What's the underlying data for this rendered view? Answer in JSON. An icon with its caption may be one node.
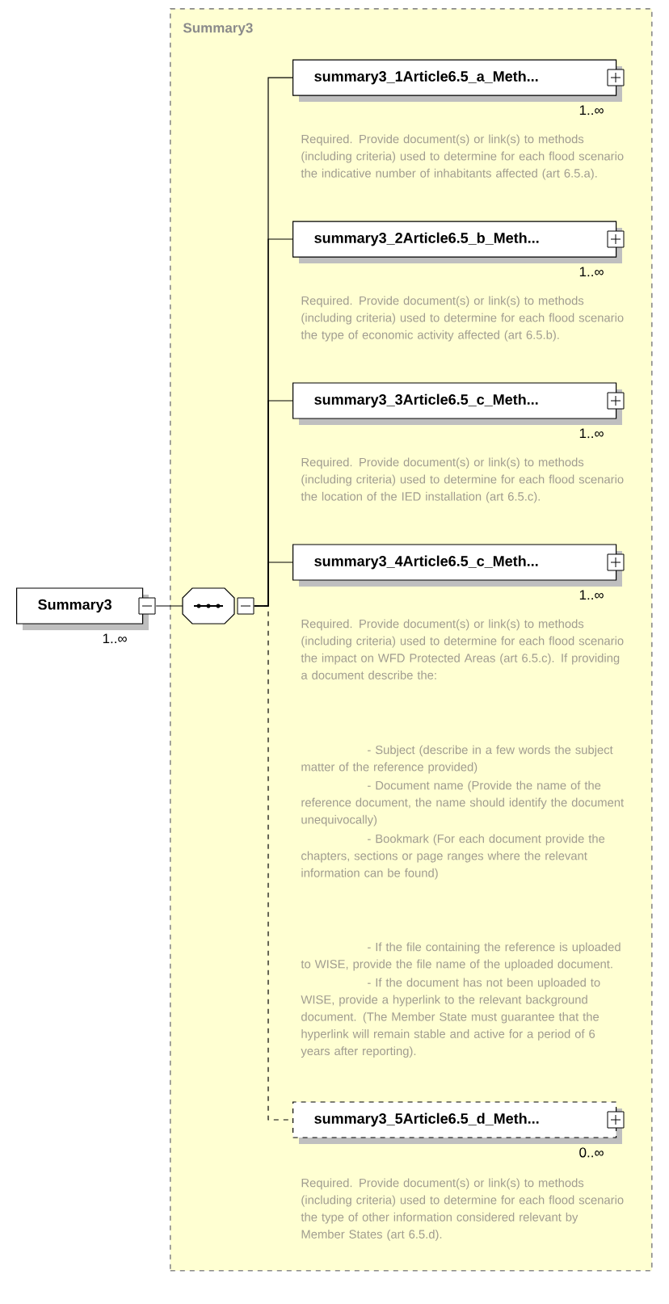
{
  "diagram": {
    "nodes": [
      {
        "text": [
          "Summary3"
        ]
      },
      {
        "text": [
          "Summary3"
        ],
        "beside": [
          "1..∞"
        ]
      },
      {
        "text": [],
        "shape": "octagon",
        "in": 0
      },
      {
        "text": [
          "summary3_1Article6.5_a_Meth..."
        ],
        "in": 0,
        "beside": [
          "1..∞"
        ]
      },
      {
        "text": [
          "summary3_2Article6.5_b_Meth..."
        ],
        "in": 0,
        "beside": [
          "1..∞"
        ]
      },
      {
        "text": [
          "summary3_3Article6.5_c_Meth..."
        ],
        "in": 0,
        "beside": [
          "1..∞"
        ]
      },
      {
        "text": [
          "summary3_4Article6.5_c_Meth..."
        ],
        "in": 0,
        "beside": [
          "1..∞"
        ]
      },
      {
        "text": [
          "summary3_5Article6.5_d_Meth..."
        ],
        "in": 0,
        "beside": [
          "0..∞"
        ]
      }
    ],
    "edges": [
      {
        "from": 1,
        "to": 2,
        "arrow": "none"
      },
      {
        "from": 2,
        "to": 3,
        "arrow": "none"
      },
      {
        "from": 2,
        "to": 4,
        "arrow": "none"
      },
      {
        "from": 2,
        "to": 5,
        "arrow": "none"
      },
      {
        "from": 2,
        "to": 6,
        "arrow": "none"
      },
      {
        "from": 2,
        "to": 7,
        "arrow": "none",
        "style": "dashed"
      }
    ],
    "labels": [
      "Required. Provide document(s) or link(s) to methods (including criteria) used to determine for each flood scenario the indicative number of inhabitants affected (art 6.5.a).",
      "Required. Provide document(s) or link(s) to methods (including criteria) used to determine for each flood scenario the type of economic activity affected (art 6.5.b).",
      "Required. Provide document(s) or link(s) to methods (including criteria) used to determine for each flood scenario the location of the IED installation (art 6.5.c).",
      "Required. Provide document(s) or link(s) to methods (including criteria) used to determine for each flood scenario the impact on WFD Protected Areas (art 6.5.c). If providing a document describe the:",
      "- Subject (describe in a few words the subject matter of the reference provided)",
      "- Document name (Provide the name of the reference document, the name should identify the document unequivocally)",
      "- Bookmark (For each document provide the chapters, sections or page ranges where the relevant information can be found)",
      "- If the file containing the reference is uploaded to WISE, provide the file name of the uploaded document.",
      "- If the document has not been uploaded to WISE, provide a hyperlink to the relevant background document. (The Member State must guarantee that the hyperlink will remain stable and active for a period of 6 years after reporting).",
      "Required. Provide document(s) or link(s) to methods (including criteria) used to determine for each flood scenario the type of other information considered relevant by Member States (art 6.5.d)."
    ]
  }
}
